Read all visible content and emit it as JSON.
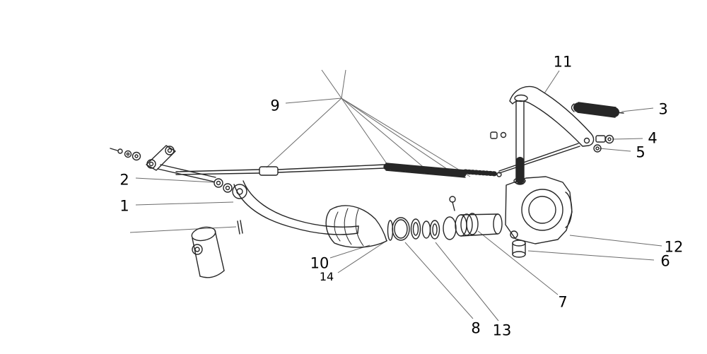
{
  "figure": {
    "background_color": "#ffffff",
    "line_color": "#262626",
    "leader_line_color": "#6b6b6b",
    "label_color": "#000000"
  },
  "callouts": [
    {
      "label": "1"
    },
    {
      "label": "2"
    },
    {
      "label": "3"
    },
    {
      "label": "4"
    },
    {
      "label": "5"
    },
    {
      "label": "6"
    },
    {
      "label": "7"
    },
    {
      "label": "8"
    },
    {
      "label": "9"
    },
    {
      "label": "10"
    },
    {
      "label": "11"
    },
    {
      "label": "12"
    },
    {
      "label": "13"
    },
    {
      "label": "14"
    }
  ]
}
